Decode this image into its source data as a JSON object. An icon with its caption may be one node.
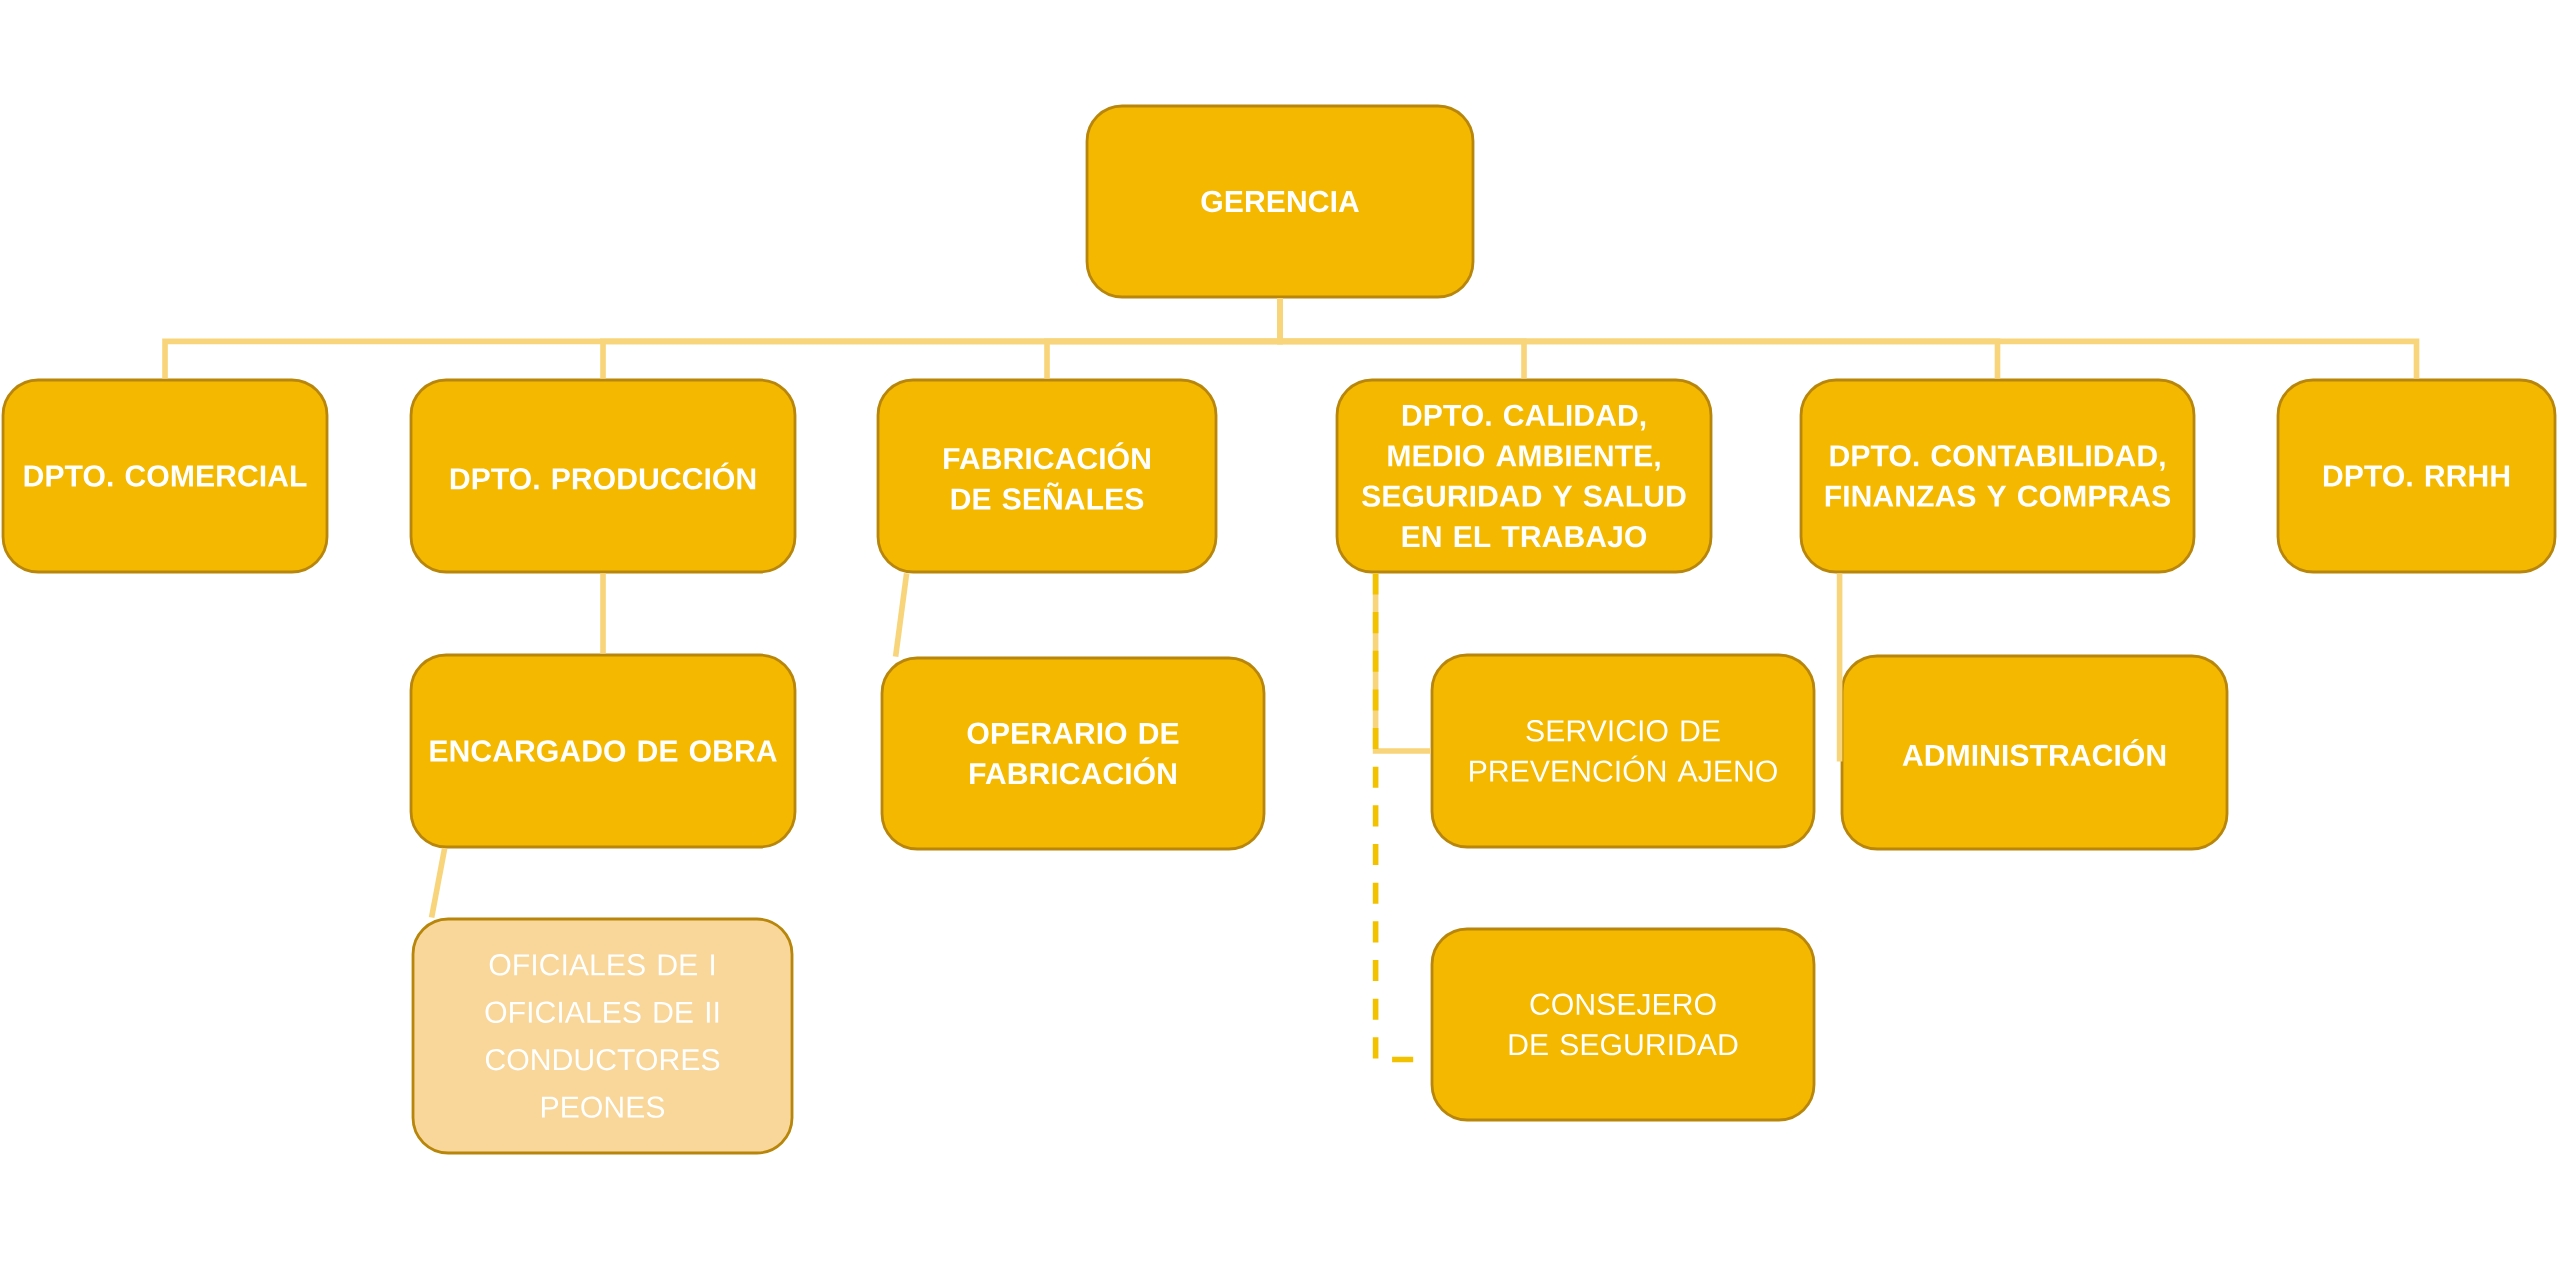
{
  "diagram": {
    "nodes": [
      {
        "text": [
          "GERENCIA"
        ]
      },
      {
        "text": [
          "DPTO. COMERCIAL"
        ]
      },
      {
        "text": [
          "DPTO. PRODUCCIÓN"
        ]
      },
      {
        "text": [
          "FABRICACIÓN DE SEÑALES"
        ]
      },
      {
        "text": [
          "DPTO. CALIDAD, MEDIO AMBIENTE, SEGURIDAD Y SALUD EN EL TRABAJO"
        ]
      },
      {
        "text": [
          "DPTO. CONTABILIDAD, FINANZAS Y COMPRAS"
        ]
      },
      {
        "text": [
          "DPTO. RRHH"
        ]
      },
      {
        "text": [
          "ENCARGADO DE OBRA"
        ]
      },
      {
        "text": [
          "OPERARIO DE FABRICACIÓN"
        ]
      },
      {
        "text": [
          "SERVICIO DE PREVENCIÓN AJENO"
        ]
      },
      {
        "text": [
          "ADMINISTRACIÓN"
        ]
      },
      {
        "text": [
          "OFICIALES DE I",
          "OFICIALES DE II",
          "CONDUCTORES",
          "PEONES"
        ]
      },
      {
        "text": [
          "CONSEJERO DE SEGURIDAD"
        ]
      }
    ],
    "edges": [
      {
        "from": 0,
        "to": 1,
        "arrow": "none"
      },
      {
        "from": 0,
        "to": 2,
        "arrow": "none"
      },
      {
        "from": 0,
        "to": 3,
        "arrow": "none"
      },
      {
        "from": 0,
        "to": 4,
        "arrow": "none"
      },
      {
        "from": 0,
        "to": 5,
        "arrow": "none"
      },
      {
        "from": 0,
        "to": 6,
        "arrow": "none"
      },
      {
        "from": 2,
        "to": 7,
        "arrow": "none"
      },
      {
        "from": 7,
        "to": 11,
        "arrow": "none"
      },
      {
        "from": 3,
        "to": 8,
        "arrow": "none"
      },
      {
        "from": 4,
        "to": 9,
        "arrow": "none"
      },
      {
        "from": 4,
        "to": 12,
        "arrow": "none",
        "style": "dashed",
        "color": "#f2c200"
      },
      {
        "from": 5,
        "to": 10,
        "arrow": "none"
      }
    ]
  }
}
